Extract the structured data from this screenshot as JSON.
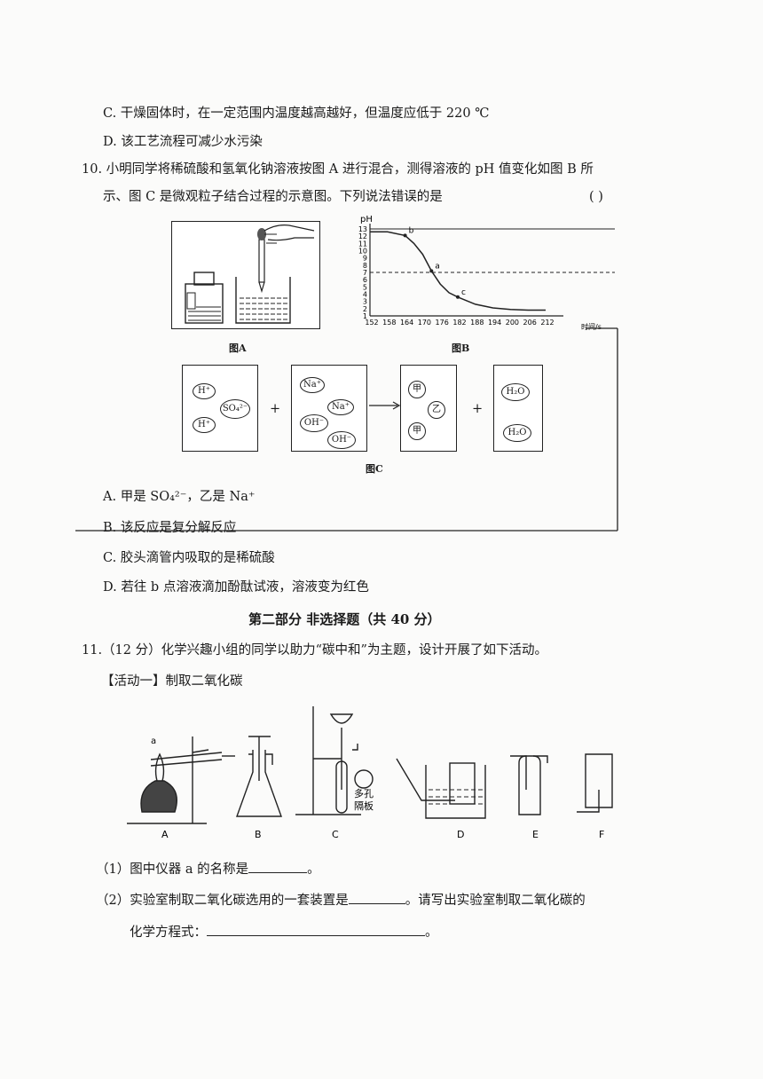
{
  "q9": {
    "option_c": "C.  干燥固体时，在一定范围内温度越高越好，但温度应低于 220 ℃",
    "option_d": "D.  该工艺流程可减少水污染"
  },
  "q10": {
    "stem_line1": "10.  小明同学将稀硫酸和氢氧化钠溶液按图 A 进行混合，测得溶液的 pH 值变化如图 B 所",
    "stem_line2": "示、图 C 是微观粒子结合过程的示意图。下列说法错误的是",
    "answer_bracket": "(      )",
    "fig_a_caption": "图A",
    "fig_b_caption": "图B",
    "fig_c_caption": "图C",
    "option_a": "A.  甲是 SO₄²⁻，乙是 Na⁺",
    "option_b": "B.  该反应是复分解反应",
    "option_c": "C.  胶头滴管内吸取的是稀硫酸",
    "option_d": "D.  若往 b 点溶液滴加酚酞试液，溶液变为红色",
    "fig_c": {
      "box1": [
        "H⁺",
        "SO₄²⁻",
        "H⁺"
      ],
      "plus1": "+",
      "box2": [
        "Na⁺",
        "Na⁺",
        "OH⁻",
        "OH⁻"
      ],
      "box3": [
        "甲",
        "乙",
        "甲"
      ],
      "plus2": "+",
      "box4": [
        "H₂O",
        "H₂O"
      ]
    }
  },
  "chart_data": {
    "type": "line",
    "ylabel": "pH",
    "xlabel": "时间/s",
    "x_ticks": [
      152,
      158,
      164,
      170,
      176,
      182,
      188,
      194,
      200,
      206,
      212
    ],
    "y_ticks": [
      1,
      2,
      3,
      4,
      5,
      6,
      7,
      8,
      9,
      10,
      11,
      12,
      13
    ],
    "ylim": [
      1,
      13
    ],
    "reference_line_y": 7,
    "series": [
      {
        "x": [
          152,
          158,
          164,
          167,
          170,
          173,
          176,
          179,
          182,
          188,
          194,
          200,
          206,
          212
        ],
        "y": [
          12.6,
          12.6,
          12.1,
          11.0,
          9.5,
          7.2,
          5.4,
          4.2,
          3.6,
          2.6,
          2.1,
          1.9,
          1.8,
          1.8
        ]
      }
    ],
    "points": [
      {
        "label": "b",
        "x": 164,
        "y": 12.1
      },
      {
        "label": "a",
        "x": 173,
        "y": 7.2
      },
      {
        "label": "c",
        "x": 182,
        "y": 3.6
      }
    ]
  },
  "part2": {
    "heading": "第二部分   非选择题（共 40 分）"
  },
  "q11": {
    "stem": "11.（12 分）化学兴趣小组的同学以助力“碳中和”为主题，设计开展了如下活动。",
    "activity1": "【活动一】制取二氧化碳",
    "apparatus_labels": [
      "A",
      "B",
      "C",
      "D",
      "E",
      "F"
    ],
    "label_a": "a",
    "porous_plate": [
      "多孔",
      "隔板"
    ],
    "sub1_prefix": "（1）图中仪器 a 的名称是",
    "sub1_suffix": "。",
    "sub2_prefix": "（2）实验室制取二氧化碳选用的一套装置是",
    "sub2_mid": "。请写出实验室制取二氧化碳的",
    "sub2_line2_prefix": "化学方程式：",
    "sub2_line2_suffix": "。"
  }
}
